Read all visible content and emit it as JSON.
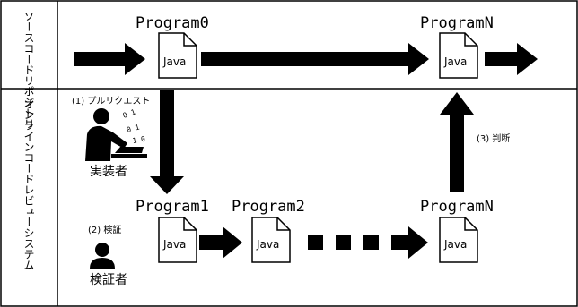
{
  "lanes": {
    "top_label": "ソースコードリポジトリ",
    "bottom_label": "オンラインコードレビューシステム"
  },
  "programs": {
    "p0": "Program0",
    "pn_top": "ProgramN",
    "p1": "Program1",
    "p2": "Program2",
    "pn_bottom": "ProgramN"
  },
  "file_type": "Java",
  "steps": {
    "pull_request": "(1) プルリクエスト",
    "verify": "(2) 検証",
    "judge": "(3) 判断"
  },
  "roles": {
    "implementer": "実装者",
    "verifier": "検証者"
  },
  "icons": {
    "document": "document-icon",
    "implementer": "person-at-laptop-icon",
    "verifier": "person-icon"
  }
}
